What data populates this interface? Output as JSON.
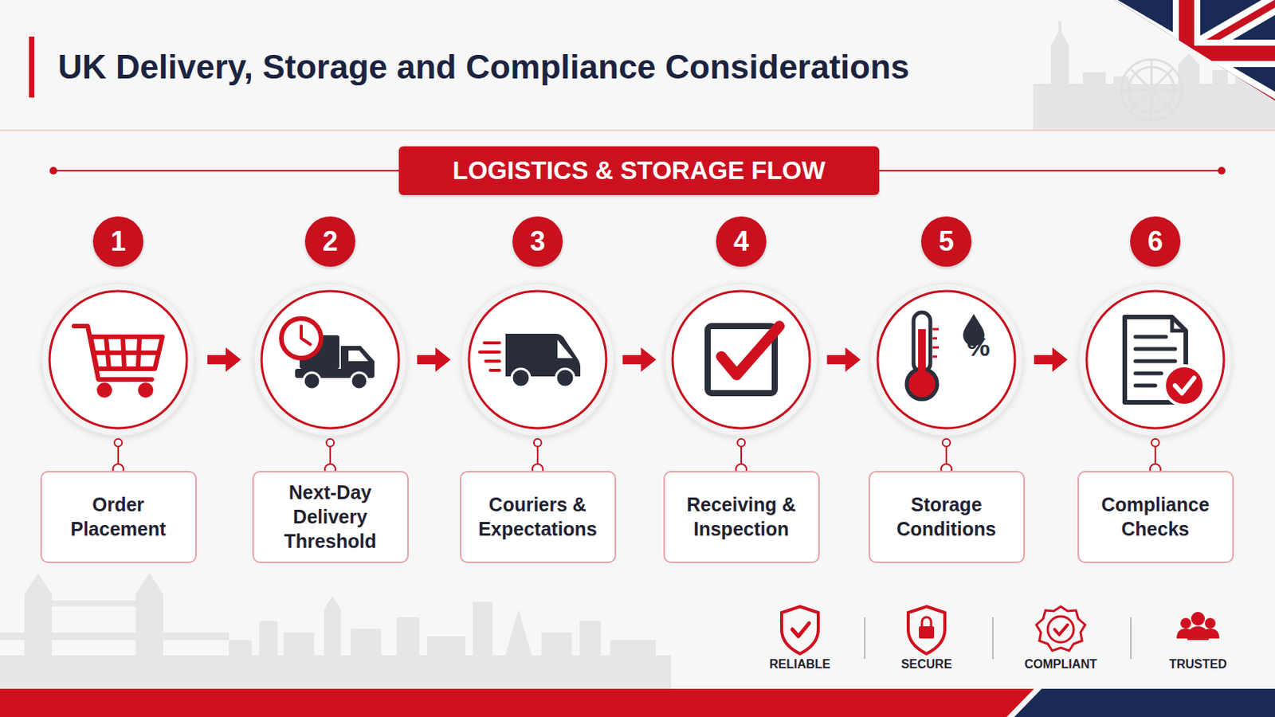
{
  "diagram": {
    "title": "UK Delivery, Storage and Compliance Considerations",
    "nodes": [
      {
        "text": [
          "LOGISTICS & STORAGE FLOW"
        ]
      },
      {
        "text": [
          "1"
        ]
      },
      {
        "text": [
          "2"
        ]
      },
      {
        "text": [
          "3"
        ]
      },
      {
        "text": [
          "4"
        ]
      },
      {
        "text": [
          "5"
        ]
      },
      {
        "text": [
          "6"
        ]
      },
      {
        "text": [
          "Order Placement"
        ]
      },
      {
        "text": [
          "Next-Day Delivery Threshold"
        ]
      },
      {
        "text": [
          "Couriers & Expectations"
        ]
      },
      {
        "text": [
          "Receiving & Inspection"
        ]
      },
      {
        "text": [
          "Storage Conditions"
        ]
      },
      {
        "text": [
          "Compliance Checks"
        ]
      }
    ],
    "labels": [
      "%",
      "RELIABLE",
      "SECURE",
      "COMPLIANT",
      "TRUSTED"
    ]
  }
}
